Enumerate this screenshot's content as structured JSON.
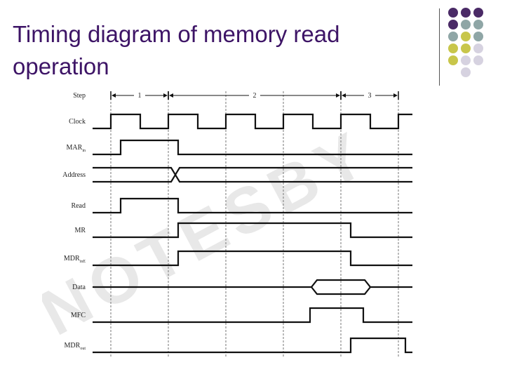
{
  "slide": {
    "title_line1": "Timing diagram of memory read",
    "title_line2": "operation"
  },
  "watermark": "NOTESBY",
  "diagram": {
    "steps": [
      "1",
      "2",
      "3"
    ],
    "signals": [
      {
        "id": "step",
        "label": "Step",
        "sub": ""
      },
      {
        "id": "clock",
        "label": "Clock",
        "sub": ""
      },
      {
        "id": "mar-in",
        "label": "MAR",
        "sub": "in"
      },
      {
        "id": "address",
        "label": "Address",
        "sub": ""
      },
      {
        "id": "read",
        "label": "Read",
        "sub": ""
      },
      {
        "id": "mr",
        "label": "MR",
        "sub": ""
      },
      {
        "id": "mdr-ine",
        "label": "MDR",
        "sub": "inE"
      },
      {
        "id": "data",
        "label": "Data",
        "sub": ""
      },
      {
        "id": "mfc",
        "label": "MFC",
        "sub": ""
      },
      {
        "id": "mdr-out",
        "label": "MDR",
        "sub": "out"
      }
    ]
  },
  "colors": {
    "title": "#3d1466",
    "dot_purple": "#4a2a66",
    "dot_teal": "#8fa6a6",
    "dot_yellow": "#c8c64a",
    "dot_lavender": "#d6d2e0",
    "watermark": "#e8e8e8"
  }
}
